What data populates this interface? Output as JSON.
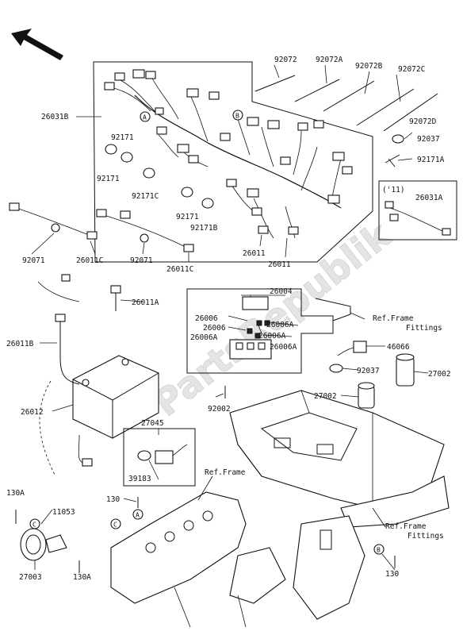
{
  "diagram": {
    "watermark": "PartsRepublik",
    "callouts": {
      "p92072": "92072",
      "p92072A": "92072A",
      "p92072B": "92072B",
      "p92072C": "92072C",
      "p92072D": "92072D",
      "p92037a": "92037",
      "p92171A": "92171A",
      "p26031B": "26031B",
      "p92171a": "92171",
      "p92171b": "92171",
      "p92171C": "92171C",
      "p92171c": "92171",
      "p92171B": "92171B",
      "p26031A": "26031A",
      "year11": "('11)",
      "p92071a": "92071",
      "p26011Ca": "26011C",
      "p92071b": "92071",
      "p26011Cb": "26011C",
      "p26011a": "26011",
      "p26011b": "26011",
      "p26004": "26004",
      "p26011A": "26011A",
      "p26006a": "26006",
      "p26006b": "26006",
      "p26006A1": "26006A",
      "p26006A2": "26006A",
      "p26006A3": "26006A",
      "p26006A4": "26006A",
      "p46066": "46066",
      "p26011B": "26011B",
      "p92037b": "92037",
      "p27002a": "27002",
      "p27002b": "27002",
      "p26012": "26012",
      "p92002": "92002",
      "p27045": "27045",
      "p39183": "39183",
      "p130a": "130",
      "p130A1": "130A",
      "p11053": "11053",
      "p27003": "27003",
      "p130A2": "130A",
      "p130b": "130"
    },
    "refs": {
      "frame_fittings_1": "Ref.Frame",
      "frame_fittings_1b": "Fittings",
      "frame": "Ref.Frame",
      "frame_fittings_2": "Ref.Frame",
      "frame_fittings_2b": "Fittings"
    },
    "markers": {
      "A": "A",
      "B": "B",
      "C": "C"
    }
  }
}
